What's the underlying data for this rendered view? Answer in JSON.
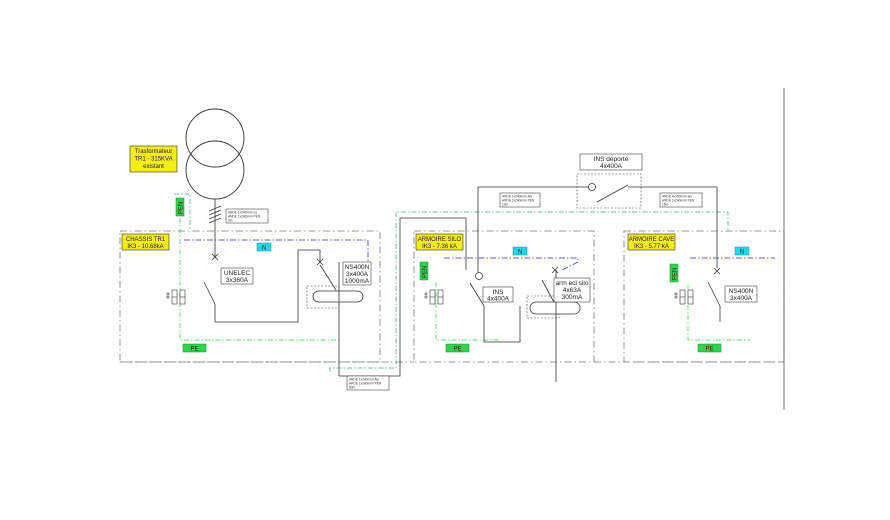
{
  "transformer": {
    "label_lines": [
      "Trasformateur",
      "TR1 - 315KVA",
      "existant"
    ]
  },
  "cabinets": [
    {
      "id": "chassis",
      "title_lines": [
        "CHASSIS TR1",
        "IK3 - 10.68kA"
      ],
      "pen": "PEN",
      "neutral": "N",
      "pe": "PE"
    },
    {
      "id": "silo",
      "title_lines": [
        "ARMOIRE SILO",
        "IK3 - 7.36 kA"
      ],
      "pen": "PEN",
      "neutral": "N",
      "pe": "PE"
    },
    {
      "id": "cave",
      "title_lines": [
        "ARMOIRE CAVE",
        "IK3 - 5.77 kA"
      ],
      "pen": "PEN",
      "neutral": "N",
      "pe": "PE"
    }
  ],
  "devices": {
    "unelec": [
      "UNELEC",
      "3x360A"
    ],
    "ns400n_chassis": [
      "NS400N",
      "3x400A",
      "1000mA"
    ],
    "ins_silo": [
      "INS",
      "4x400A"
    ],
    "arm_ecl_silo": [
      "arm ecl silo",
      "4x63A",
      "300mA"
    ],
    "ns400n_cave": [
      "NS400N",
      "3x400A"
    ],
    "ins_deporte": [
      "INS déporté",
      "4x400A"
    ]
  },
  "cable_labels": {
    "cable_tr1": [
      "ARDE 1x240mm² cu",
      "ANDE 1x240mm² PEN",
      "6m"
    ],
    "cable_chassis_silo": [
      "ARDE 1x240mm² Alu",
      "ARDE 1x240mm² PEN",
      "80m"
    ],
    "cable_silo_ins": [
      "ARDE 1x240mm² Alu",
      "ARDE 1x240mm² PEN",
      "10m"
    ],
    "cable_ins_cave": [
      "ARDE 4x150mm² alu",
      "ARDE 1x240mm² PEN",
      "15m"
    ]
  }
}
